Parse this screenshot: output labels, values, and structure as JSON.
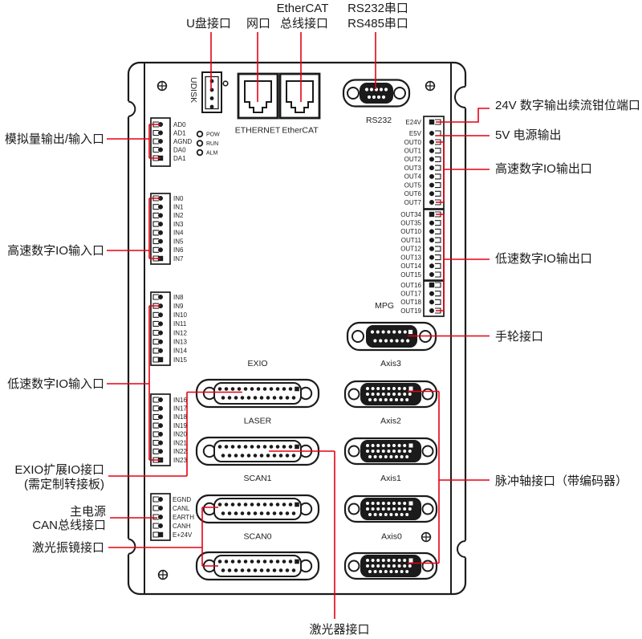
{
  "labels": {
    "top": {
      "udisk": "U盘接口",
      "lan": "网口",
      "ethercat1": "EtherCAT",
      "ethercat2": "总线接口",
      "rs232": "RS232串口",
      "rs485": "RS485串口"
    },
    "left": {
      "analog": "模拟量输出/输入口",
      "hs_in": "高速数字IO输入口",
      "ls_in": "低速数字IO输入口",
      "exio1": "EXIO扩展IO接口",
      "exio2": "(需定制转接板)",
      "main_power": "主电源",
      "can_bus": "CAN总线接口",
      "galvo": "激光振镜接口"
    },
    "right": {
      "clamp_24v": "24V 数字输出续流钳位端口",
      "power_5v": "5V 电源输出",
      "hs_out": "高速数字IO输出口",
      "ls_out": "低速数字IO输出口",
      "handwheel": "手轮接口",
      "pulse_axis": "脉冲轴接口（带编码器）"
    },
    "bottom": {
      "laser": "激光器接口"
    }
  },
  "board": {
    "names": {
      "udisk": "UDISK",
      "ethernet": "ETHERNET",
      "ethercat": "EtherCAT",
      "rs232": "RS232",
      "mpg": "MPG",
      "exio": "EXIO",
      "laser": "LASER",
      "scan1": "SCAN1",
      "scan0": "SCAN0",
      "axis3": "Axis3",
      "axis2": "Axis2",
      "axis1": "Axis1",
      "axis0": "Axis0"
    },
    "leds": [
      "POW",
      "RUN",
      "ALM"
    ],
    "pins": {
      "analog": [
        "AD0",
        "AD1",
        "AGND",
        "DA0",
        "DA1"
      ],
      "in_a": [
        "IN0",
        "IN1",
        "IN2",
        "IN3",
        "IN4",
        "IN5",
        "IN6",
        "IN7"
      ],
      "in_b": [
        "IN8",
        "IN9",
        "IN10",
        "IN11",
        "IN12",
        "IN13",
        "IN14",
        "IN15"
      ],
      "in_c": [
        "IN16",
        "IN17",
        "IN18",
        "IN19",
        "IN20",
        "IN21",
        "IN22",
        "IN23"
      ],
      "power_can": [
        "EGND",
        "CANL",
        "EARTH",
        "CANH",
        "E+24V"
      ],
      "out_a": [
        "E24V",
        "E5V",
        "OUT0",
        "OUT1",
        "OUT2",
        "OUT3",
        "OUT4",
        "OUT5",
        "OUT6",
        "OUT7"
      ],
      "out_b": [
        "OUT34",
        "OUT35",
        "OUT10",
        "OUT11",
        "OUT12",
        "OUT13",
        "OUT14",
        "OUT15"
      ],
      "out_c": [
        "OUT16",
        "OUT17",
        "OUT18",
        "OUT19"
      ]
    }
  },
  "colors": {
    "leader_red": "#e60012",
    "line_black": "#1b1b1b"
  }
}
